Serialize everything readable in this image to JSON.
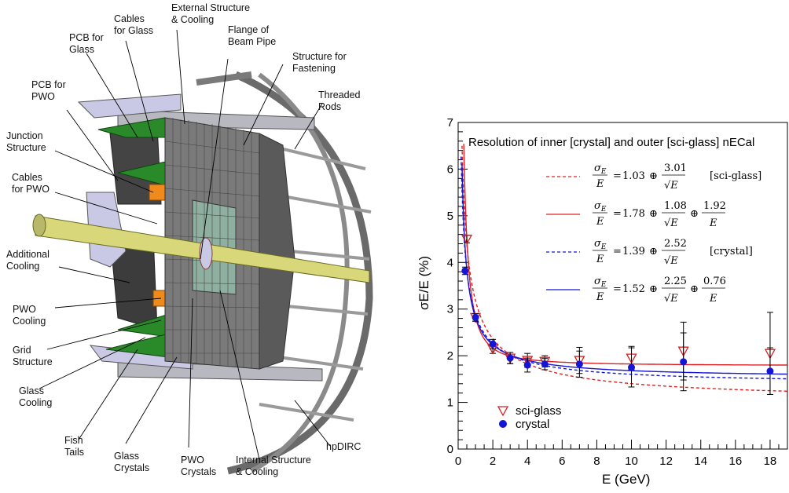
{
  "diagram": {
    "labels": [
      {
        "id": "cables-glass",
        "lines": [
          "Cables",
          "for Glass"
        ]
      },
      {
        "id": "external-structure",
        "lines": [
          "External Structure",
          "& Cooling"
        ]
      },
      {
        "id": "pcb-glass",
        "lines": [
          "PCB for",
          "Glass"
        ]
      },
      {
        "id": "flange",
        "lines": [
          "Flange of",
          "Beam Pipe"
        ]
      },
      {
        "id": "structure-fastening",
        "lines": [
          "Structure for",
          "Fastening"
        ]
      },
      {
        "id": "pcb-pwo",
        "lines": [
          "PCB for",
          "PWO"
        ]
      },
      {
        "id": "threaded-rods",
        "lines": [
          "Threaded",
          "Rods"
        ]
      },
      {
        "id": "junction",
        "lines": [
          "Junction",
          "Structure"
        ]
      },
      {
        "id": "cables-pwo",
        "lines": [
          "Cables",
          "for PWO"
        ]
      },
      {
        "id": "additional-cooling",
        "lines": [
          "Additional",
          "Cooling"
        ]
      },
      {
        "id": "pwo-cooling",
        "lines": [
          "PWO",
          "Cooling"
        ]
      },
      {
        "id": "grid-structure",
        "lines": [
          "Grid",
          "Structure"
        ]
      },
      {
        "id": "glass-cooling",
        "lines": [
          "Glass",
          "Cooling"
        ]
      },
      {
        "id": "fish-tails",
        "lines": [
          "Fish",
          "Tails"
        ]
      },
      {
        "id": "glass-crystals",
        "lines": [
          "Glass",
          "Crystals"
        ]
      },
      {
        "id": "pwo-crystals",
        "lines": [
          "PWO",
          "Crystals"
        ]
      },
      {
        "id": "internal-structure",
        "lines": [
          "Internal Structure",
          "& Cooling"
        ]
      },
      {
        "id": "hpdirc",
        "lines": [
          "hpDIRC"
        ]
      }
    ]
  },
  "chart_data": {
    "type": "scatter",
    "title": "Resolution of inner [crystal] and outer [sci-glass] nECal",
    "xlabel": "E (GeV)",
    "ylabel": "σE/E (%)",
    "xlim": [
      0,
      19
    ],
    "ylim": [
      0,
      7
    ],
    "xticks": [
      "0",
      "2",
      "4",
      "6",
      "8",
      "10",
      "12",
      "14",
      "16",
      "18"
    ],
    "yticks": [
      "0",
      "1",
      "2",
      "3",
      "4",
      "5",
      "6",
      "7"
    ],
    "legend_position": "bottom-left",
    "series": [
      {
        "name": "sci-glass",
        "marker": "triangle-down-open",
        "color": "#d62020",
        "x": [
          0.5,
          1,
          2,
          3,
          4,
          5,
          7,
          10,
          13,
          18
        ],
        "y": [
          4.5,
          2.82,
          2.15,
          1.95,
          1.9,
          1.88,
          1.9,
          1.95,
          2.1,
          2.05
        ],
        "err": [
          0.08,
          0.08,
          0.1,
          0.12,
          0.15,
          0.12,
          0.28,
          0.25,
          0.62,
          0.88
        ]
      },
      {
        "name": "crystal",
        "marker": "circle-filled",
        "color": "#1515d6",
        "x": [
          0.4,
          1,
          2,
          3,
          4,
          5,
          7,
          10,
          13,
          18
        ],
        "y": [
          3.82,
          2.82,
          2.25,
          1.95,
          1.8,
          1.82,
          1.82,
          1.75,
          1.87,
          1.67
        ],
        "err": [
          0.08,
          0.08,
          0.1,
          0.12,
          0.15,
          0.12,
          0.28,
          0.42,
          0.62,
          0.5
        ]
      }
    ],
    "fits": [
      {
        "label_lhs": "σE/E",
        "formula": "1.03 ⊕ 3.01/√E",
        "tag": "[sci-glass]",
        "style": "dashed",
        "color": "#e02020",
        "a": 1.03,
        "b": 3.01,
        "c": 0
      },
      {
        "label_lhs": "σE/E",
        "formula": "1.78 ⊕ 1.08/√E ⊕ 1.92/E",
        "tag": "",
        "style": "solid",
        "color": "#e02020",
        "a": 1.78,
        "b": 1.08,
        "c": 1.92
      },
      {
        "label_lhs": "σE/E",
        "formula": "1.39 ⊕ 2.52/√E",
        "tag": "[crystal]",
        "style": "dashed",
        "color": "#1515d6",
        "a": 1.39,
        "b": 2.52,
        "c": 0
      },
      {
        "label_lhs": "σE/E",
        "formula": "1.52 ⊕ 2.25/√E ⊕ 0.76/E",
        "tag": "",
        "style": "solid",
        "color": "#1515d6",
        "a": 1.52,
        "b": 2.25,
        "c": 0.76
      }
    ],
    "fit_parts": [
      {
        "c": "1.03",
        "n1": "3.01",
        "n2": "",
        "tag": "[sci-glass]"
      },
      {
        "c": "1.78",
        "n1": "1.08",
        "n2": "1.92",
        "tag": ""
      },
      {
        "c": "1.39",
        "n1": "2.52",
        "n2": "",
        "tag": "[crystal]"
      },
      {
        "c": "1.52",
        "n1": "2.25",
        "n2": "0.76",
        "tag": ""
      }
    ]
  }
}
